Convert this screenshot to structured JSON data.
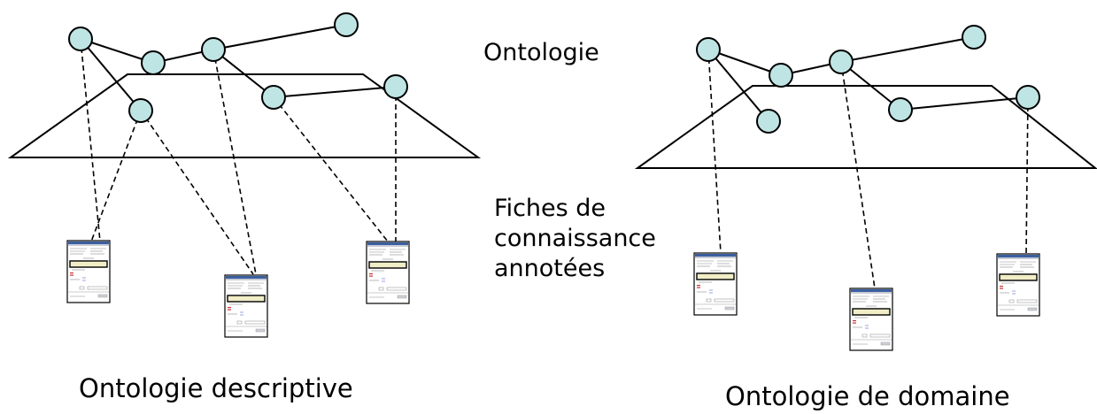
{
  "labels": {
    "ontology": "Ontologie",
    "cards_line1": "Fiches de",
    "cards_line2": "connaissance",
    "cards_line3": "annotées"
  },
  "captions": {
    "left": "Ontologie descriptive",
    "right": "Ontologie de domaine"
  },
  "colors": {
    "node_fill": "#bfe4e4",
    "stroke": "#000000",
    "card_header": "#3b5fa0",
    "card_highlight": "#f1edc6"
  }
}
